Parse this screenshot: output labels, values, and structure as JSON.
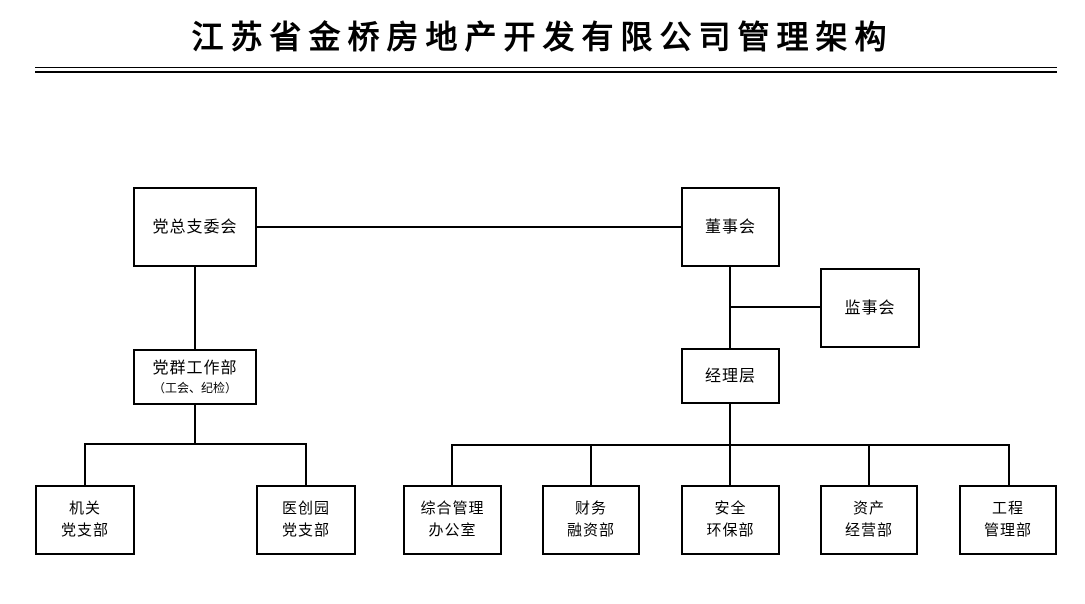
{
  "title": "江苏省金桥房地产开发有限公司管理架构",
  "colors": {
    "background": "#ffffff",
    "text": "#000000",
    "line": "#000000",
    "node_border": "#000000"
  },
  "org": {
    "party_committee": {
      "label": "党总支委会"
    },
    "board": {
      "label": "董事会"
    },
    "supervisory": {
      "label": "监事会"
    },
    "party_work": {
      "label": "党群工作部",
      "sublabel": "（工会、纪检）"
    },
    "management": {
      "label": "经理层"
    },
    "branch_org": {
      "line1": "机关",
      "line2": "党支部"
    },
    "branch_park": {
      "line1": "医创园",
      "line2": "党支部"
    },
    "dept_admin": {
      "line1": "综合管理",
      "line2": "办公室"
    },
    "dept_finance": {
      "line1": "财务",
      "line2": "融资部"
    },
    "dept_safety": {
      "line1": "安全",
      "line2": "环保部"
    },
    "dept_asset": {
      "line1": "资产",
      "line2": "经营部"
    },
    "dept_eng": {
      "line1": "工程",
      "line2": "管理部"
    }
  },
  "edges": [
    [
      "party_committee",
      "board"
    ],
    [
      "party_committee",
      "party_work"
    ],
    [
      "board",
      "supervisory"
    ],
    [
      "board",
      "management"
    ],
    [
      "party_work",
      "branch_org"
    ],
    [
      "party_work",
      "branch_park"
    ],
    [
      "management",
      "dept_admin"
    ],
    [
      "management",
      "dept_finance"
    ],
    [
      "management",
      "dept_safety"
    ],
    [
      "management",
      "dept_asset"
    ],
    [
      "management",
      "dept_eng"
    ]
  ]
}
